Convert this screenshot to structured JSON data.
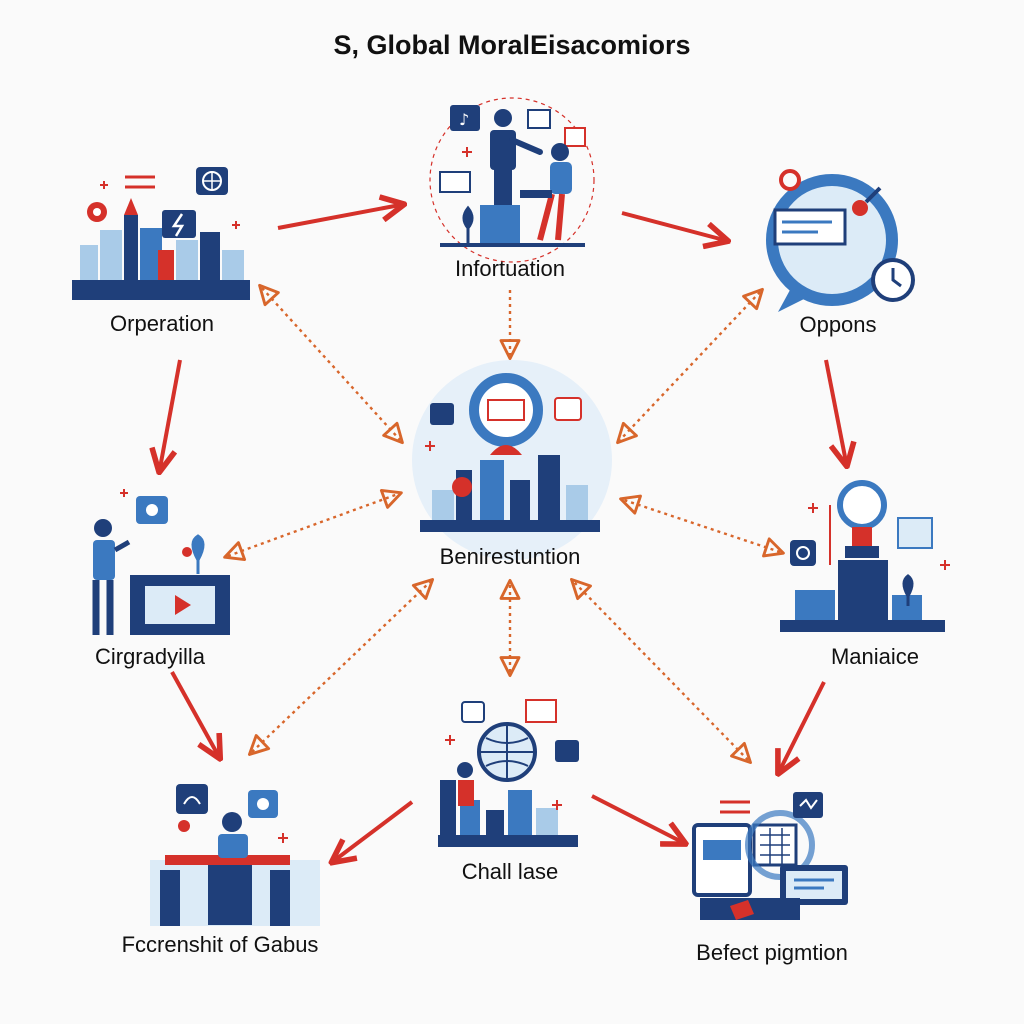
{
  "title": "S, Global MoralEisacomiors",
  "colors": {
    "navy": "#1f3f7a",
    "blue": "#3b79c0",
    "light_blue": "#a9cbe8",
    "pale_blue": "#dcebf7",
    "red": "#d5312a",
    "orange": "#d8662b"
  },
  "nodes": [
    {
      "id": "infortuation",
      "label": "Infortuation",
      "icon": "meeting-icon"
    },
    {
      "id": "orperation",
      "label": "Orperation",
      "icon": "city-operations-icon"
    },
    {
      "id": "oppons",
      "label": "Oppons",
      "icon": "chat-gear-icon"
    },
    {
      "id": "benirestuntion",
      "label": "Benirestuntion",
      "icon": "globe-city-hub-icon"
    },
    {
      "id": "cirgradyilla",
      "label": "Cirgradyilla",
      "icon": "presenter-video-icon"
    },
    {
      "id": "maniaice",
      "label": "Maniaice",
      "icon": "lightbulb-growth-icon"
    },
    {
      "id": "chall-lase",
      "label": "Chall lase",
      "icon": "globe-challenge-icon"
    },
    {
      "id": "fccrenshit",
      "label": "Fccrenshit of Gabus",
      "icon": "desk-worker-icon"
    },
    {
      "id": "befect",
      "label": "Befect pigmtion",
      "icon": "computer-screens-icon"
    }
  ],
  "edges": [
    {
      "from": "orperation",
      "to": "infortuation",
      "style": "solid"
    },
    {
      "from": "infortuation",
      "to": "oppons",
      "style": "solid"
    },
    {
      "from": "orperation",
      "to": "cirgradyilla",
      "style": "solid"
    },
    {
      "from": "oppons",
      "to": "maniaice",
      "style": "solid"
    },
    {
      "from": "cirgradyilla",
      "to": "fccrenshit",
      "style": "solid"
    },
    {
      "from": "maniaice",
      "to": "befect",
      "style": "solid"
    },
    {
      "from": "chall-lase",
      "to": "fccrenshit",
      "style": "solid"
    },
    {
      "from": "chall-lase",
      "to": "befect",
      "style": "solid"
    },
    {
      "from": "infortuation",
      "to": "benirestuntion",
      "style": "dashed"
    },
    {
      "from": "orperation",
      "to": "benirestuntion",
      "style": "dashed-both"
    },
    {
      "from": "oppons",
      "to": "benirestuntion",
      "style": "dashed-both"
    },
    {
      "from": "cirgradyilla",
      "to": "benirestuntion",
      "style": "dashed-both"
    },
    {
      "from": "maniaice",
      "to": "benirestuntion",
      "style": "dashed-both"
    },
    {
      "from": "chall-lase",
      "to": "benirestuntion",
      "style": "dashed-both"
    },
    {
      "from": "fccrenshit",
      "to": "benirestuntion",
      "style": "dashed-both"
    },
    {
      "from": "befect",
      "to": "benirestuntion",
      "style": "dashed-both"
    }
  ]
}
